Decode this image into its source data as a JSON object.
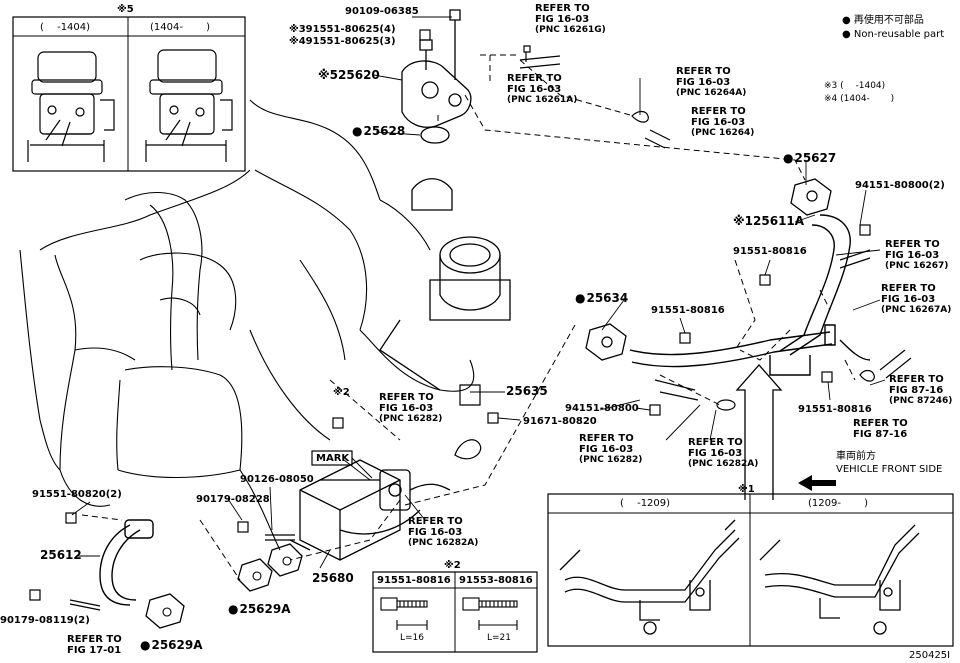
{
  "inset_note5": {
    "mark": "※5",
    "left_range": "(　 -1404)",
    "right_range": "(1404-　　 )"
  },
  "inset_note1": {
    "mark": "※1",
    "left_range": "(　 -1209)",
    "right_range": "(1209-　　 )"
  },
  "inset_bolts": {
    "mark": "※2",
    "bolt_a": "91551-80816",
    "bolt_b": "91553-80816",
    "len_a": "L=16",
    "len_b": "L=21"
  },
  "legend": {
    "jp": "再使用不可部品",
    "en": "Non-reusable part",
    "n3": "※3 (　 -1404)",
    "n4": "※4 (1404-　　 )"
  },
  "front": {
    "jp": "車両前方",
    "en": "VEHICLE FRONT SIDE"
  },
  "parts": {
    "p90109": "90109-06385",
    "p391551": "※391551-80625(4)",
    "p491551": "※491551-80625(3)",
    "p25620": "※525620",
    "p25628": "25628",
    "p25627": "25627",
    "p94151a": "94151-80800(2)",
    "p25611a": "※125611A",
    "p91551a": "91551-80816",
    "p25634": "25634",
    "p91551b": "91551-80816",
    "p25635": "25635",
    "p91671": "91671-80820",
    "p94151b": "94151-80800",
    "p91551c": "91551-80816",
    "p91551d": "91551-80820(2)",
    "p25612": "25612",
    "p90179a": "90179-08119(2)",
    "p25629a1": "25629A",
    "p25629a2": "25629A",
    "p90126": "90126-08050",
    "p90179b": "90179-08228",
    "p25680": "25680",
    "mark": "MARK",
    "note2": "※2",
    "figid": "250425I"
  },
  "refs": {
    "r1": {
      "a": "REFER TO",
      "b": "FIG 16-03",
      "c": "(PNC 16261G)"
    },
    "r2": {
      "a": "REFER TO",
      "b": "FIG 16-03",
      "c": "(PNC 16261A)"
    },
    "r3": {
      "a": "REFER TO",
      "b": "FIG 16-03",
      "c": "(PNC 16264A)"
    },
    "r4": {
      "a": "REFER TO",
      "b": "FIG 16-03",
      "c": "(PNC 16264)"
    },
    "r5": {
      "a": "REFER TO",
      "b": "FIG 16-03",
      "c": "(PNC 16267)"
    },
    "r6": {
      "a": "REFER TO",
      "b": "FIG 16-03",
      "c": "(PNC 16267A)"
    },
    "r7": {
      "a": "REFER TO",
      "b": "FIG 87-16",
      "c": "(PNC 87246)"
    },
    "r8": {
      "a": "REFER TO",
      "b": "FIG 87-16"
    },
    "r9": {
      "a": "REFER TO",
      "b": "FIG 16-03",
      "c": "(PNC 16282)"
    },
    "r10": {
      "a": "REFER TO",
      "b": "FIG 16-03",
      "c": "(PNC 16282A)"
    },
    "r11": {
      "a": "REFER TO",
      "b": "FIG 16-03",
      "c": "(PNC 16282)"
    },
    "r12": {
      "a": "REFER TO",
      "b": "FIG 16-03",
      "c": "(PNC 16282A)"
    },
    "r13": {
      "a": "REFER TO",
      "b": "FIG 17-01"
    }
  }
}
